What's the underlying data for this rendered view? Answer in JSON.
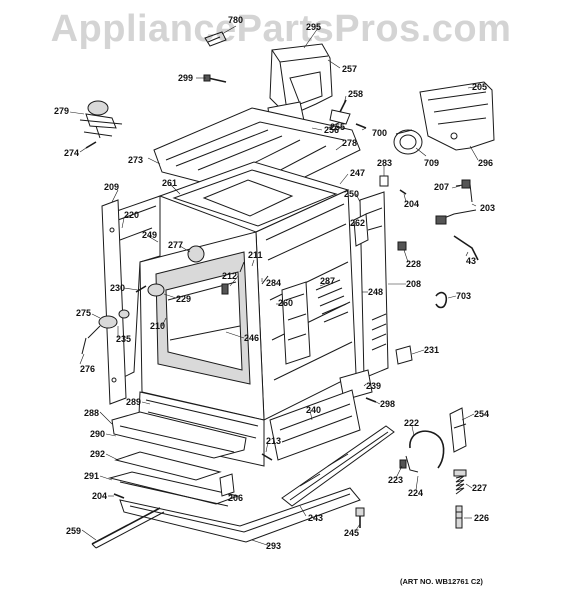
{
  "watermark": "AppliancePartsPros.com",
  "art_number": "(ART NO. WB12761 C2)",
  "callouts": [
    {
      "id": "780",
      "label": "780"
    },
    {
      "id": "295",
      "label": "295"
    },
    {
      "id": "257",
      "label": "257"
    },
    {
      "id": "205",
      "label": "205"
    },
    {
      "id": "299",
      "label": "299"
    },
    {
      "id": "279",
      "label": "279"
    },
    {
      "id": "274",
      "label": "274"
    },
    {
      "id": "258",
      "label": "258"
    },
    {
      "id": "255",
      "label": "255"
    },
    {
      "id": "700",
      "label": "700"
    },
    {
      "id": "256",
      "label": "256"
    },
    {
      "id": "278",
      "label": "278"
    },
    {
      "id": "709",
      "label": "709"
    },
    {
      "id": "296",
      "label": "296"
    },
    {
      "id": "273",
      "label": "273"
    },
    {
      "id": "283",
      "label": "283"
    },
    {
      "id": "247",
      "label": "247"
    },
    {
      "id": "261",
      "label": "261"
    },
    {
      "id": "209",
      "label": "209"
    },
    {
      "id": "250",
      "label": "250"
    },
    {
      "id": "204a",
      "label": "204"
    },
    {
      "id": "207",
      "label": "207"
    },
    {
      "id": "203",
      "label": "203"
    },
    {
      "id": "220",
      "label": "220"
    },
    {
      "id": "262",
      "label": "262"
    },
    {
      "id": "249",
      "label": "249"
    },
    {
      "id": "277",
      "label": "277"
    },
    {
      "id": "211",
      "label": "211"
    },
    {
      "id": "228",
      "label": "228"
    },
    {
      "id": "43",
      "label": "43"
    },
    {
      "id": "212",
      "label": "212"
    },
    {
      "id": "230",
      "label": "230"
    },
    {
      "id": "284",
      "label": "284"
    },
    {
      "id": "287",
      "label": "287"
    },
    {
      "id": "208",
      "label": "208"
    },
    {
      "id": "229",
      "label": "229"
    },
    {
      "id": "260",
      "label": "260"
    },
    {
      "id": "248",
      "label": "248"
    },
    {
      "id": "703",
      "label": "703"
    },
    {
      "id": "275",
      "label": "275"
    },
    {
      "id": "210",
      "label": "210"
    },
    {
      "id": "246",
      "label": "246"
    },
    {
      "id": "235",
      "label": "235"
    },
    {
      "id": "231",
      "label": "231"
    },
    {
      "id": "276",
      "label": "276"
    },
    {
      "id": "239",
      "label": "239"
    },
    {
      "id": "289",
      "label": "289"
    },
    {
      "id": "298",
      "label": "298"
    },
    {
      "id": "288",
      "label": "288"
    },
    {
      "id": "240",
      "label": "240"
    },
    {
      "id": "254",
      "label": "254"
    },
    {
      "id": "222",
      "label": "222"
    },
    {
      "id": "290",
      "label": "290"
    },
    {
      "id": "213",
      "label": "213"
    },
    {
      "id": "292",
      "label": "292"
    },
    {
      "id": "223",
      "label": "223"
    },
    {
      "id": "291",
      "label": "291"
    },
    {
      "id": "224",
      "label": "224"
    },
    {
      "id": "227",
      "label": "227"
    },
    {
      "id": "206",
      "label": "206"
    },
    {
      "id": "204b",
      "label": "204"
    },
    {
      "id": "243",
      "label": "243"
    },
    {
      "id": "226",
      "label": "226"
    },
    {
      "id": "259",
      "label": "259"
    },
    {
      "id": "245",
      "label": "245"
    },
    {
      "id": "293",
      "label": "293"
    }
  ]
}
